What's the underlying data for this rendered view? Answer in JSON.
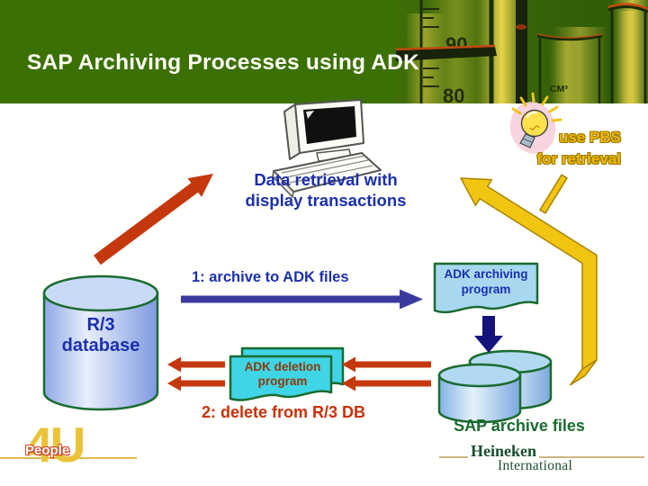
{
  "title": "SAP Archiving Processes using ADK",
  "header_photo": {
    "mark_90": "90",
    "mark_80": "80",
    "mark_cm3": "CM³"
  },
  "labels": {
    "data_retrieval_1": "Data retrieval with",
    "data_retrieval_2": "display transactions",
    "pbs_1": "use PBS",
    "pbs_2": "for retrieval",
    "flow1": "1: archive to ADK files",
    "r3_1": "R/3",
    "r3_2": "database",
    "archiving_1": "ADK archiving",
    "archiving_2": "program",
    "deletion_1": "ADK deletion",
    "deletion_2": "program",
    "flow2": "2: delete from R/3 DB",
    "sap_files": "SAP archive files"
  },
  "footer": {
    "people_big": "4U",
    "people_small": "People",
    "brand_1": "Heineken",
    "brand_2": "International"
  },
  "colors": {
    "header_green": "#3b7004",
    "blue_text": "#1b2fb0",
    "red_accent": "#c5380e",
    "gold_accent": "#f3c513",
    "dark_green_text": "#1a6b30",
    "maroon_text": "#8f3a08",
    "archiving_box_fill": "#a8d8f0",
    "deletion_box_fill": "#3fd4e6",
    "cylinder_blue": "#c9daf8"
  }
}
